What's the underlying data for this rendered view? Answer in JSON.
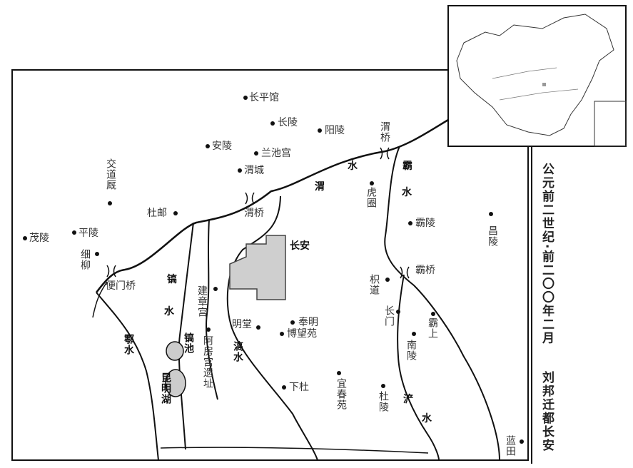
{
  "title": {
    "era": "公元前二世纪·前二〇〇年二月",
    "event": "刘邦迁都长安"
  },
  "places": {
    "changpingguan": "长平馆",
    "changling": "长陵",
    "yangling": "阳陵",
    "weiqiao_n": "渭桥",
    "anling": "安陵",
    "lanchigong": "兰池宫",
    "weicheng": "渭城",
    "jiaodaojiu": "交道厩",
    "duyou": "杜邮",
    "weiqiao_w": "渭桥",
    "huquan": "虎圈",
    "baling": "霸陵",
    "changling2": "昌陵",
    "maoling": "茂陵",
    "pingling": "平陵",
    "xiliu": "细柳",
    "bianmenqiao": "便门桥",
    "changan": "长安",
    "jianzhanggong": "建章宫",
    "zhidao": "枳道",
    "baqiao": "霸桥",
    "mingtang": "明堂",
    "fengming": "奉明",
    "bowangyuan": "博望苑",
    "changmen": "长门",
    "bashang": "霸上",
    "epanggong": "阿房宫遗址",
    "nanling": "南陵",
    "xiadu": "下杜",
    "yichunyuan": "宜春苑",
    "duling": "杜陵",
    "lantian": "蓝田"
  },
  "water": {
    "wei1": "渭",
    "wei2": "水",
    "ba1": "霸",
    "ba2": "水",
    "hao1": "镐",
    "hao2": "水",
    "haochi": "镐池",
    "hu": "鄠水",
    "lao": "滈水",
    "kunming": "昆明湖",
    "chan1": "浐",
    "chan2": "水"
  },
  "colors": {
    "city": "#cfcfcf",
    "line": "#111111"
  }
}
